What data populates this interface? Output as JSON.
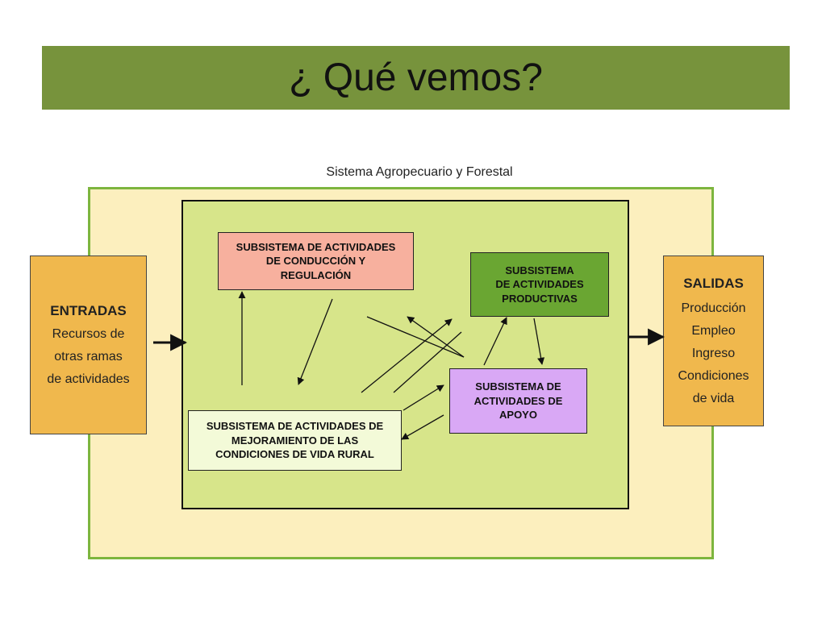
{
  "title": "¿ Qué vemos?",
  "system_label": "Sistema Agropecuario y Forestal",
  "entradas": {
    "heading": "ENTRADAS",
    "lines": [
      "Recursos de",
      "otras ramas",
      "de actividades"
    ]
  },
  "salidas": {
    "heading": "SALIDAS",
    "lines": [
      "Producción",
      "Empleo",
      "Ingreso",
      "Condiciones",
      "de vida"
    ]
  },
  "subsystems": {
    "conduccion": [
      "SUBSISTEMA DE ACTIVIDADES",
      "DE CONDUCCIÓN Y",
      "REGULACIÓN"
    ],
    "productivas": [
      "SUBSISTEMA",
      "DE ACTIVIDADES",
      "PRODUCTIVAS"
    ],
    "apoyo": [
      "SUBSISTEMA DE",
      "ACTIVIDADES DE",
      "APOYO"
    ],
    "mejoramiento": [
      "SUBSISTEMA DE ACTIVIDADES DE",
      "MEJORAMIENTO DE LAS",
      "CONDICIONES DE VIDA RURAL"
    ]
  },
  "colors": {
    "title_bar": "#77933c",
    "outer_system": "#fcefbe",
    "outer_border": "#7db53e",
    "inner_system": "#d7e58a",
    "entradas_salidas": "#f0b84d",
    "conduccion": "#f7b09e",
    "productivas": "#6aa632",
    "apoyo": "#d9a8f5",
    "mejoramiento": "#f3fad8"
  }
}
